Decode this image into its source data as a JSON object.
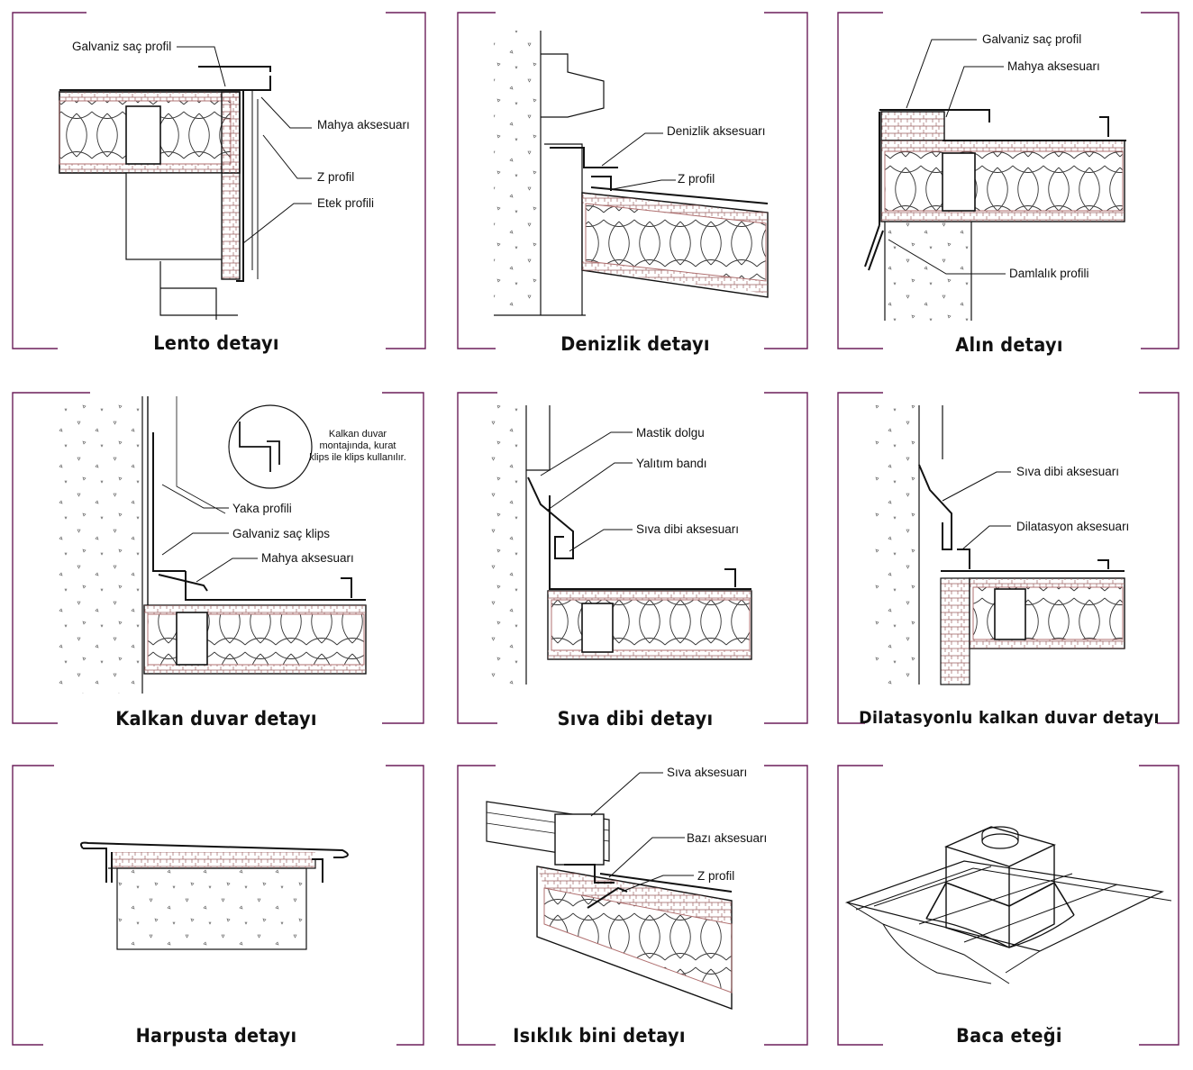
{
  "colors": {
    "bracket": "#6b1f5a",
    "line": "#111111",
    "insulation_border": "#b07070"
  },
  "panels": [
    {
      "title": "Lento detayı",
      "labels": [
        "Galvaniz saç profil",
        "Mahya aksesuarı",
        "Z profil",
        "Etek profili"
      ]
    },
    {
      "title": "Denizlik detayı",
      "labels": [
        "Denizlik aksesuarı",
        "Z profil"
      ]
    },
    {
      "title": "Alın detayı",
      "labels": [
        "Galvaniz saç profil",
        "Mahya aksesuarı",
        "Damlalık profili"
      ]
    },
    {
      "title": "Kalkan duvar detayı",
      "labels": [
        "Yaka profili",
        "Galvaniz saç klips",
        "Mahya aksesuarı"
      ],
      "note": "Kalkan duvar montajında, kurat klips ile klips kullanılır."
    },
    {
      "title": "Sıva dibi detayı",
      "labels": [
        "Mastik dolgu",
        "Yalıtım bandı",
        "Sıva dibi aksesuarı"
      ]
    },
    {
      "title": "Dilatasyonlu kalkan duvar detayı",
      "labels": [
        "Sıva dibi aksesuarı",
        "Dilatasyon aksesuarı"
      ]
    },
    {
      "title": "Harpusta detayı",
      "labels": []
    },
    {
      "title": "Isıklık bini detayı",
      "labels": [
        "Sıva aksesuarı",
        "Bazı aksesuarı",
        "Z profil"
      ]
    },
    {
      "title": "Baca eteği",
      "labels": []
    }
  ]
}
